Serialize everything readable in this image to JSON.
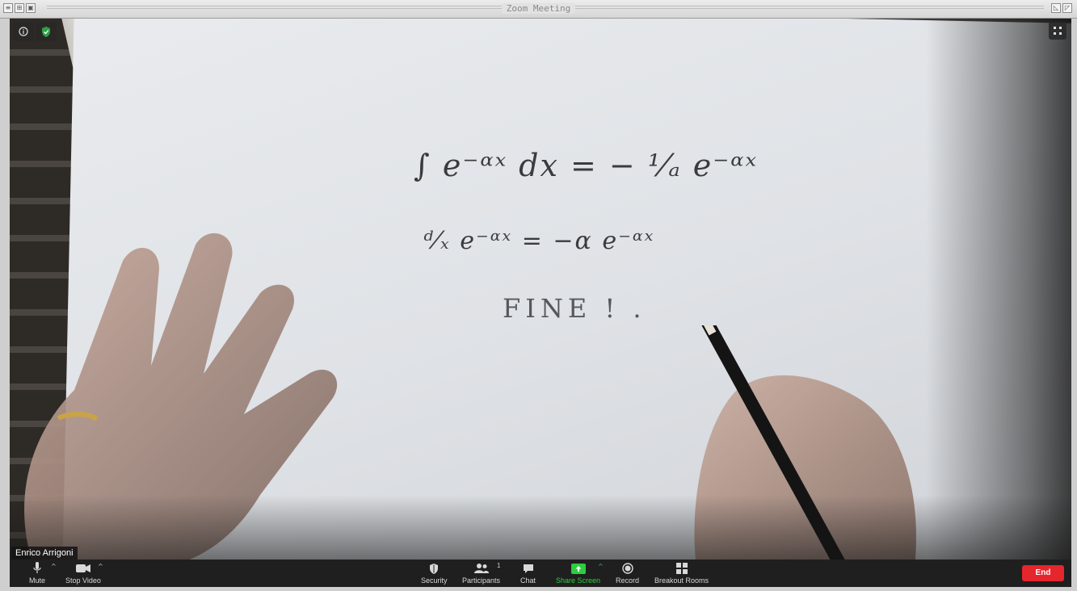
{
  "window": {
    "title": "Zoom Meeting"
  },
  "video": {
    "participant_name": "Enrico Arrigoni",
    "whiteboard": {
      "line1": "∫ e⁻ᵅˣ dx = − ¹⁄ₐ e⁻ᵅˣ",
      "line2": "ᵈ⁄ₓ e⁻ᵅˣ = −α e⁻ᵅˣ",
      "line3": "FINE ! ."
    }
  },
  "toolbar": {
    "mute_label": "Mute",
    "stop_video_label": "Stop Video",
    "security_label": "Security",
    "participants_label": "Participants",
    "participants_count": "1",
    "chat_label": "Chat",
    "share_screen_label": "Share Screen",
    "record_label": "Record",
    "breakout_rooms_label": "Breakout Rooms",
    "end_label": "End"
  },
  "colors": {
    "toolbar_bg": "#1f1f1f",
    "share_green": "#2ecc40",
    "end_red": "#e5262d",
    "shield_green": "#2ea043"
  }
}
